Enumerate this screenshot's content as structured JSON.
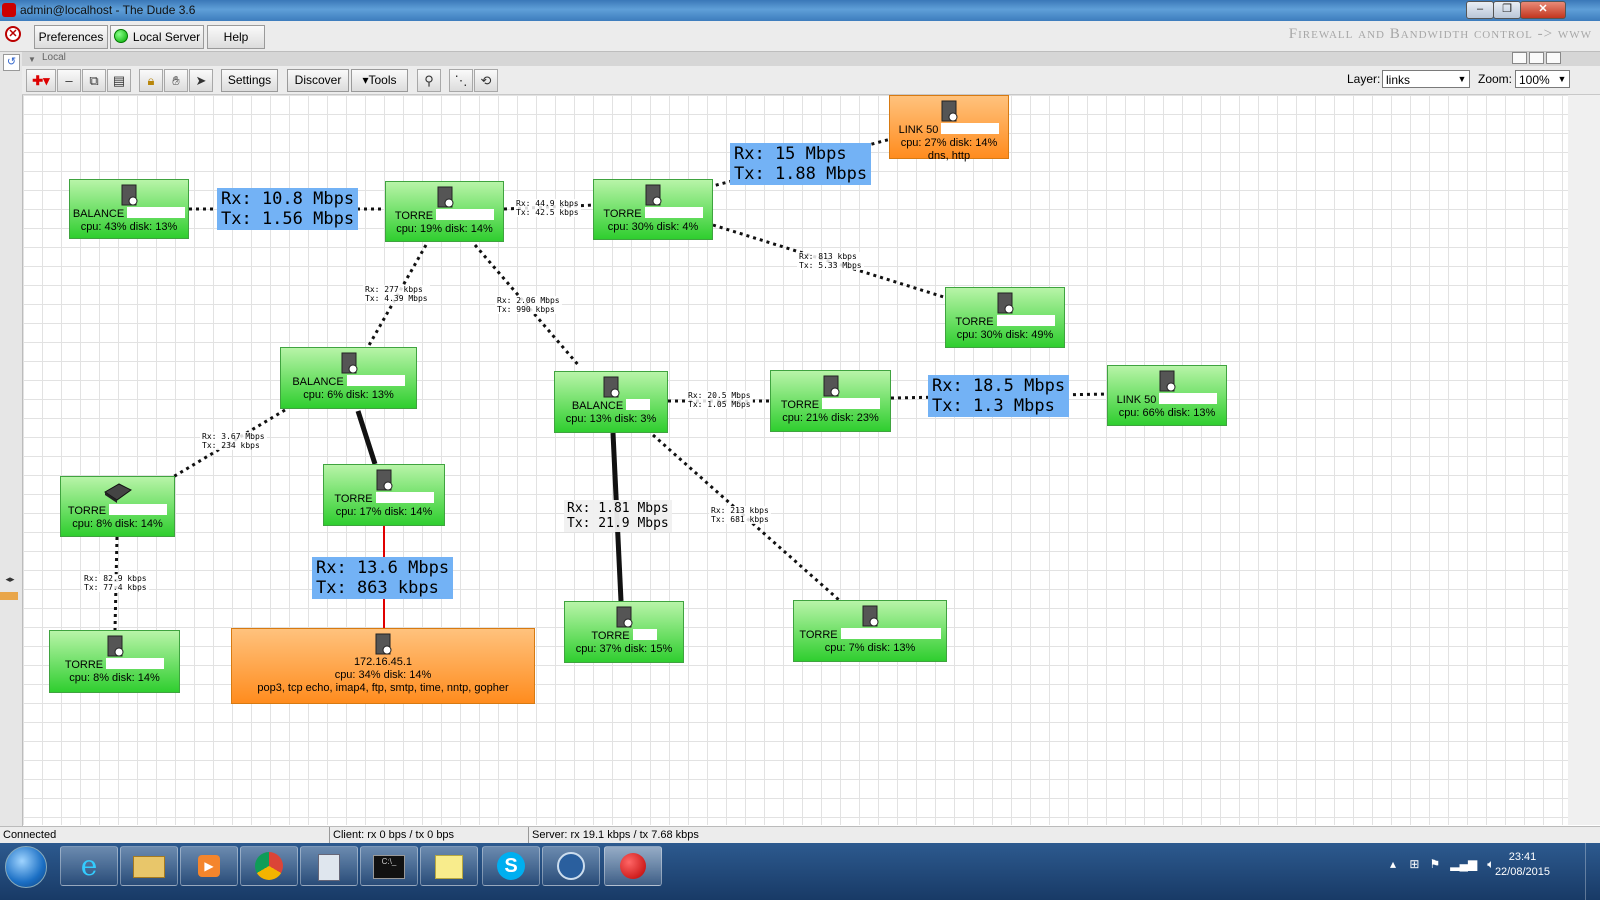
{
  "window": {
    "title": "admin@localhost - The Dude 3.6"
  },
  "menu": {
    "preferences": "Preferences",
    "local_server": "Local Server",
    "help": "Help",
    "banner": "Firewall and Bandwidth control -> www"
  },
  "local_tab": "Local",
  "toolbar": {
    "settings": "Settings",
    "discover": "Discover",
    "tools": "Tools",
    "layer_label": "Layer:",
    "layer_value": "links",
    "zoom_label": "Zoom:",
    "zoom_value": "100%"
  },
  "nodes": [
    {
      "name": "BALANCE",
      "stats": "cpu: 43% disk: 13%",
      "color": "green"
    },
    {
      "name": "TORRE",
      "stats": "cpu: 19% disk: 14%",
      "color": "green"
    },
    {
      "name": "TORRE",
      "stats": "cpu: 30% disk: 4%",
      "color": "green"
    },
    {
      "name": "LINK 50",
      "stats": "cpu: 27% disk: 14%",
      "services": "dns, http",
      "color": "orange"
    },
    {
      "name": "TORRE",
      "stats": "cpu: 30% disk: 49%",
      "color": "green"
    },
    {
      "name": "BALANCE",
      "stats": "cpu: 6% disk: 13%",
      "color": "green"
    },
    {
      "name": "BALANCE",
      "stats": "cpu: 13% disk: 3%",
      "color": "green"
    },
    {
      "name": "TORRE",
      "stats": "cpu: 21% disk: 23%",
      "color": "green"
    },
    {
      "name": "LINK 50",
      "stats": "cpu: 66% disk: 13%",
      "color": "green"
    },
    {
      "name": "TORRE",
      "stats": "cpu: 8% disk: 14%",
      "color": "green"
    },
    {
      "name": "TORRE",
      "stats": "cpu: 17% disk: 14%",
      "color": "green"
    },
    {
      "name": "TORRE",
      "stats": "cpu: 8% disk: 14%",
      "color": "green"
    },
    {
      "name": "172.16.45.1",
      "stats": "cpu: 34% disk: 14%",
      "services": "pop3, tcp echo, imap4, ftp, smtp, time, nntp, gopher",
      "color": "orange"
    },
    {
      "name": "TORRE",
      "stats": "cpu: 37% disk: 15%",
      "color": "green"
    },
    {
      "name": "TORRE",
      "stats": "cpu: 7% disk: 13%",
      "color": "green"
    }
  ],
  "links": [
    {
      "rx": "Rx: 10.8 Mbps",
      "tx": "Tx: 1.56 Mbps"
    },
    {
      "rx": "Rx: 44.9 kbps",
      "tx": "Tx: 42.5 kbps"
    },
    {
      "rx": "Rx: 15 Mbps",
      "tx": "Tx: 1.88 Mbps"
    },
    {
      "rx": "Rx: 813 kbps",
      "tx": "Tx: 5.33 Mbps"
    },
    {
      "rx": "Rx: 277 kbps",
      "tx": "Tx: 4.39 Mbps"
    },
    {
      "rx": "Rx: 2.06 Mbps",
      "tx": "Tx: 990 kbps"
    },
    {
      "rx": "Rx: 20.5 Mbps",
      "tx": "Tx: 1.05 Mbps"
    },
    {
      "rx": "Rx: 18.5 Mbps",
      "tx": "Tx: 1.3 Mbps"
    },
    {
      "rx": "Rx: 3.67 Mbps",
      "tx": "Tx: 234 kbps"
    },
    {
      "rx": "Rx: 1.81 Mbps",
      "tx": "Tx: 21.9 Mbps"
    },
    {
      "rx": "Rx: 213 kbps",
      "tx": "Tx: 681 kbps"
    },
    {
      "rx": "Rx: 82.9 kbps",
      "tx": "Tx: 77.4 kbps"
    },
    {
      "rx": "Rx: 13.6 Mbps",
      "tx": "Tx: 863 kbps"
    }
  ],
  "status": {
    "state": "Connected",
    "client": "Client: rx 0 bps / tx 0 bps",
    "server": "Server: rx 19.1 kbps / tx 7.68 kbps"
  },
  "taskbar": {
    "time": "23:41",
    "date": "22/08/2015"
  },
  "colors": {
    "node_green": "#2fce2f",
    "node_orange": "#ff8c1e",
    "link_label_blue": "#73b2f5",
    "link_red": "#e00000"
  }
}
